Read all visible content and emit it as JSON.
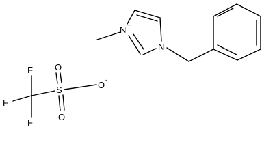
{
  "structure": {
    "cation": {
      "atoms": {
        "n_methyl": "N",
        "n_methyl_charge": "+",
        "n_benzyl": "N"
      }
    },
    "anion": {
      "atoms": {
        "f_top": "F",
        "f_left": "F",
        "f_bottom": "F",
        "sulfur": "S",
        "o_top": "O",
        "o_right": "O",
        "o_right_charge": "-",
        "o_bottom": "O"
      }
    }
  }
}
